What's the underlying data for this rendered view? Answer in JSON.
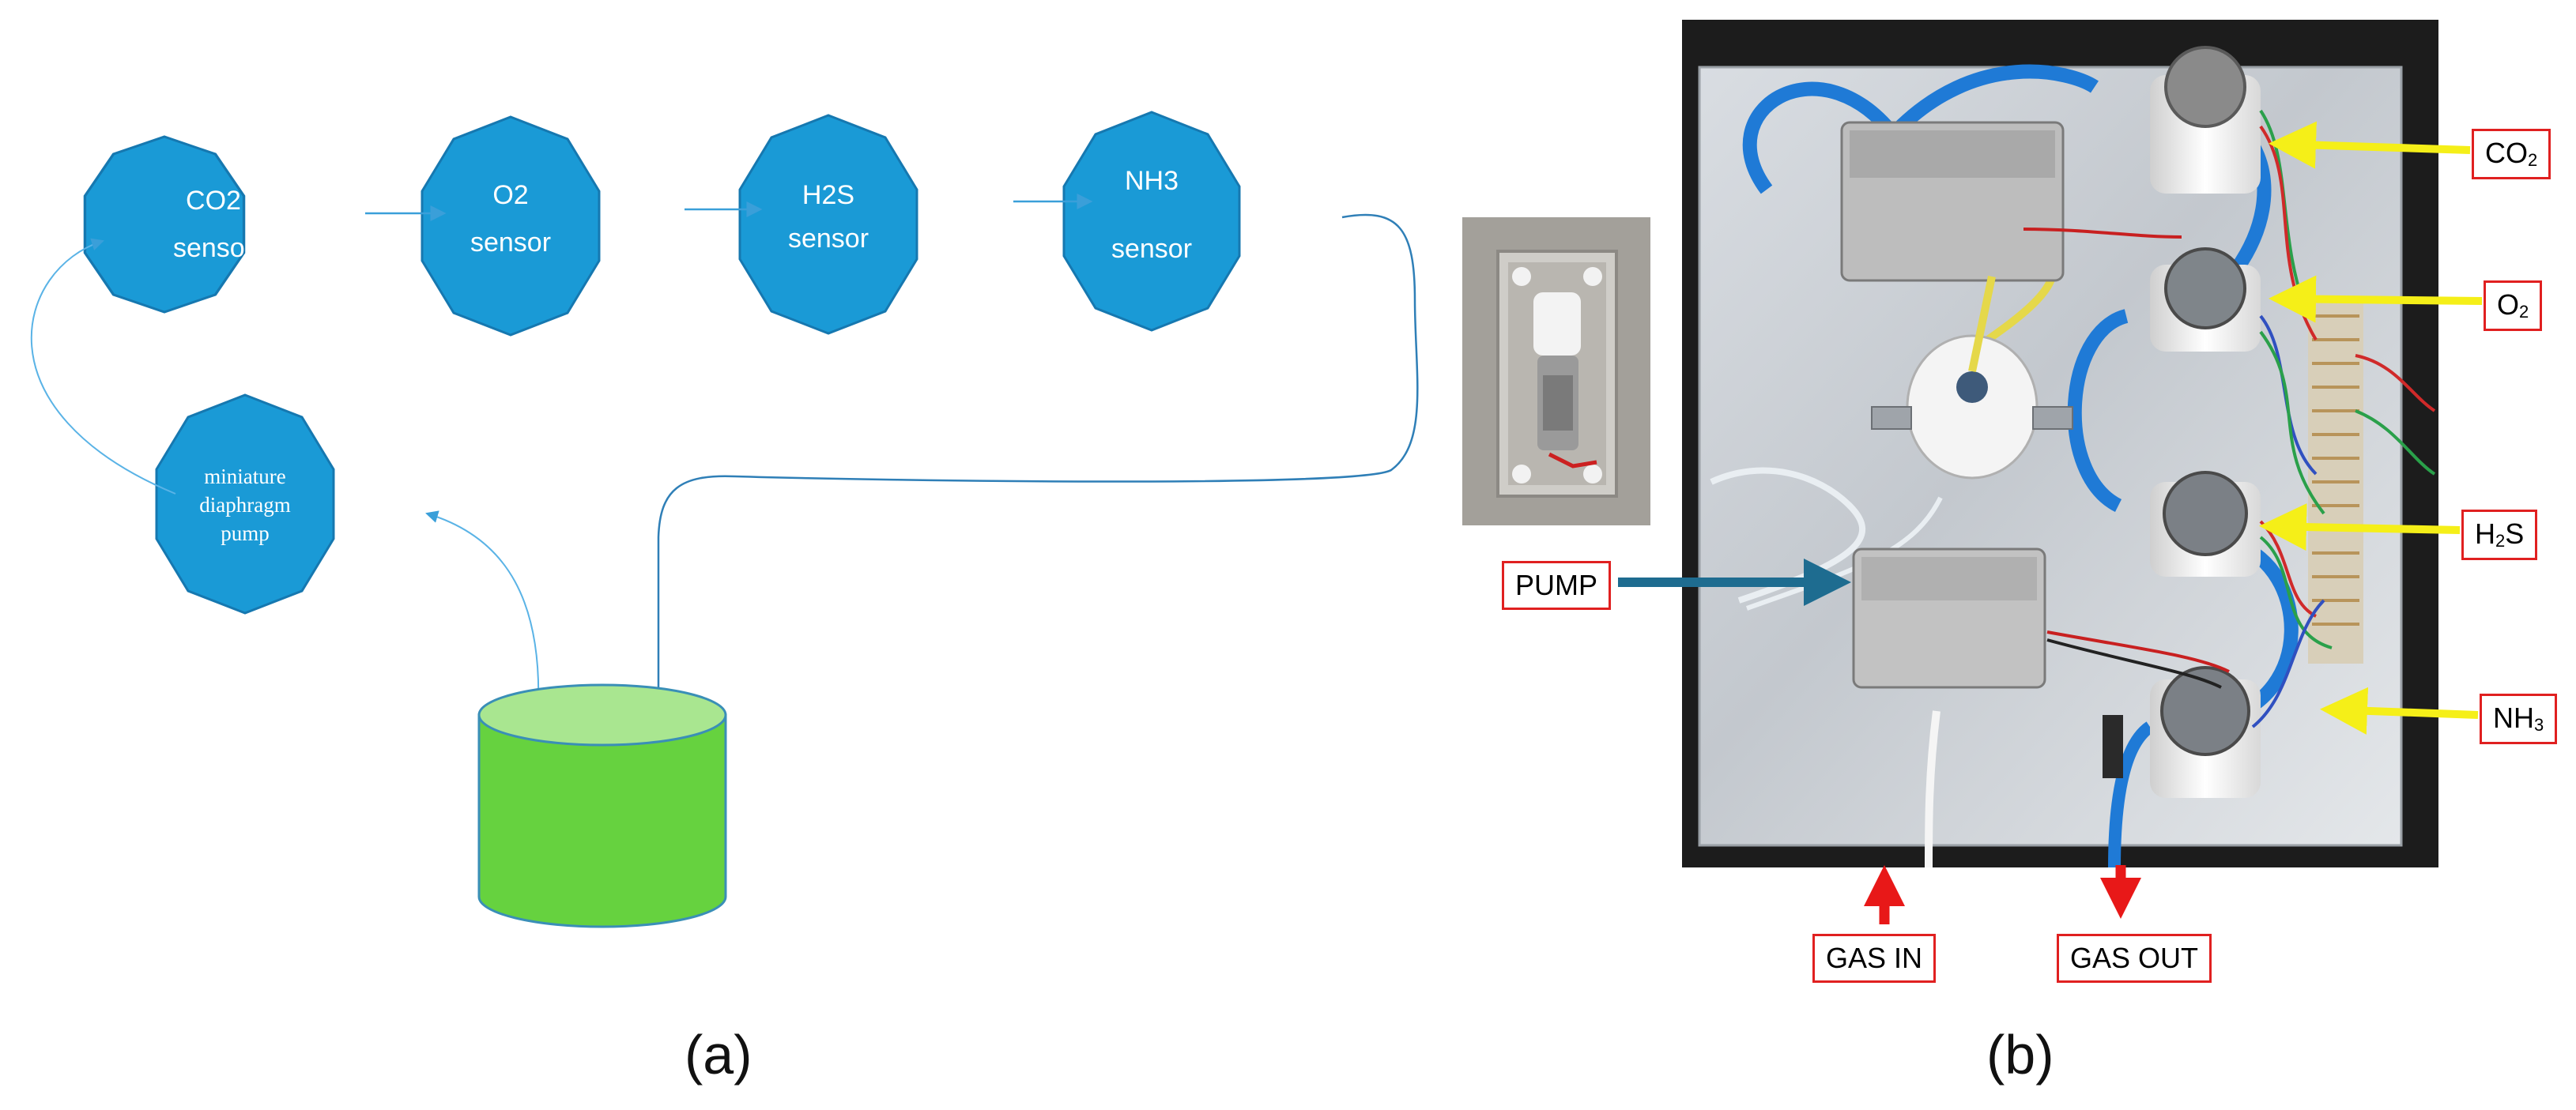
{
  "panel_a": {
    "label": "(a)",
    "sensors": [
      {
        "line1": "CO2",
        "line2": "sensor"
      },
      {
        "line1": "O2",
        "line2": "sensor"
      },
      {
        "line1": "H2S",
        "line2": "sensor"
      },
      {
        "line1": "NH3",
        "line2": "sensor"
      }
    ],
    "pump": {
      "line1": "miniature",
      "line2": "diaphragm",
      "line3": "pump"
    },
    "colors": {
      "node_fill": "#1a9ad6",
      "node_stroke": "#1678b0",
      "tank_body": "#66d23f",
      "tank_top": "#a9e690",
      "tank_stroke": "#3a8fb7",
      "arrow": "#3a9fd9"
    }
  },
  "panel_b": {
    "label": "(b)",
    "callouts": {
      "co2": {
        "main": "CO",
        "sub": "2"
      },
      "o2": {
        "main": "O",
        "sub": "2"
      },
      "h2s": {
        "main": "H",
        "sub": "2",
        "tail": "S"
      },
      "nh3": {
        "main": "NH",
        "sub": "3"
      },
      "pump": "PUMP",
      "gas_in": "GAS IN",
      "gas_out": "GAS OUT"
    },
    "colors": {
      "yellow_arrow": "#f5ef18",
      "pump_arrow": "#1e6c90",
      "gas_arrow": "#e81818",
      "callout_border": "#e02020"
    }
  }
}
